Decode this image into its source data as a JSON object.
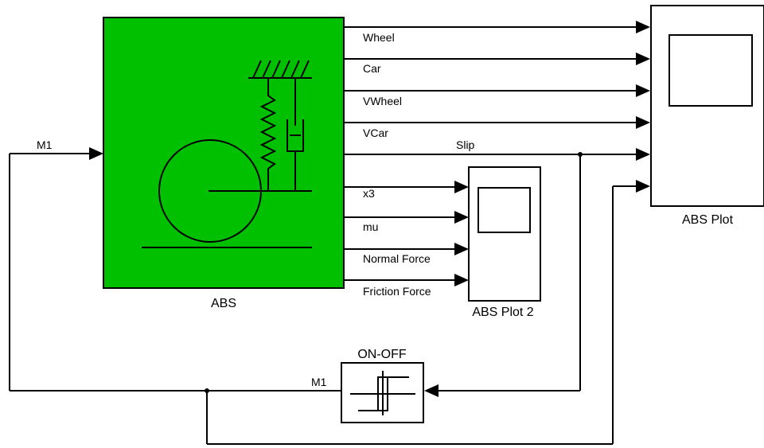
{
  "blocks": {
    "abs": {
      "label": "ABS",
      "color": "#00c000"
    },
    "abs_plot": {
      "label": "ABS Plot"
    },
    "abs_plot_2": {
      "label": "ABS Plot 2"
    },
    "on_off": {
      "label": "ON-OFF"
    }
  },
  "signals": {
    "wheel": "Wheel",
    "car": "Car",
    "vwheel": "VWheel",
    "vcar": "VCar",
    "slip": "Slip",
    "x3": "x3",
    "mu": "mu",
    "normal_force": "Normal Force",
    "friction_force": "Friction Force",
    "m1_in": "M1",
    "m1_out": "M1"
  }
}
